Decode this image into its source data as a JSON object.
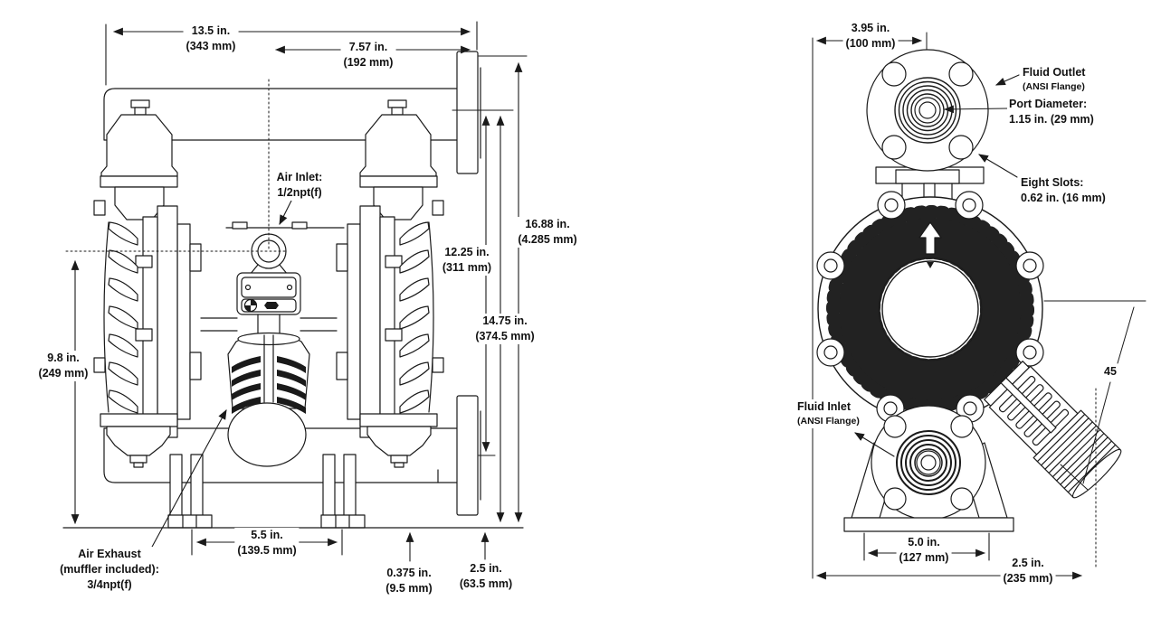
{
  "drawing": {
    "ink_color": "#1a1a1a",
    "front_view": {
      "dims": {
        "overall_width": {
          "in": "13.5 in.",
          "mm": "(343 mm)"
        },
        "outlet_offset": {
          "in": "7.57 in.",
          "mm": "(192 mm)"
        },
        "overall_height": {
          "in": "16.88 in.",
          "mm": "(4.285 mm)"
        },
        "outlet_height": {
          "in": "14.75 in.",
          "mm": "(374.5 mm)"
        },
        "inlet_height": {
          "in": "12.25 in.",
          "mm": "(311 mm)"
        },
        "centerline_height": {
          "in": "9.8 in.",
          "mm": "(249 mm)"
        },
        "foot_spacing": {
          "in": "5.5 in.",
          "mm": "(139.5 mm)"
        },
        "base_thickness": {
          "in": "0.375 in.",
          "mm": "(9.5 mm)"
        },
        "flange_clearance": {
          "in": "2.5 in.",
          "mm": "(63.5 mm)"
        }
      },
      "callouts": {
        "air_inlet": {
          "line1": "Air Inlet:",
          "line2": "1/2npt(f)"
        },
        "air_exhaust": {
          "line1": "Air Exhaust",
          "line2": "(muffler included):",
          "line3": "3/4npt(f)"
        }
      }
    },
    "side_view": {
      "dims": {
        "flange_width": {
          "in": "3.95 in.",
          "mm": "(100 mm)"
        },
        "foot_width": {
          "in": "5.0 in.",
          "mm": "(127 mm)"
        },
        "overall_depth": {
          "in": "2.5 in.",
          "mm": "(235 mm)"
        },
        "muffler_angle_deg": "45"
      },
      "callouts": {
        "fluid_outlet": {
          "line1": "Fluid Outlet",
          "line2": "(ANSI Flange)"
        },
        "port_diameter": {
          "line1": "Port Diameter:",
          "line2": "1.15 in. (29 mm)"
        },
        "eight_slots": {
          "line1": "Eight Slots:",
          "line2": "0.62 in. (16 mm)"
        },
        "fluid_inlet": {
          "line1": "Fluid Inlet",
          "line2": "(ANSI Flange)"
        }
      }
    }
  }
}
